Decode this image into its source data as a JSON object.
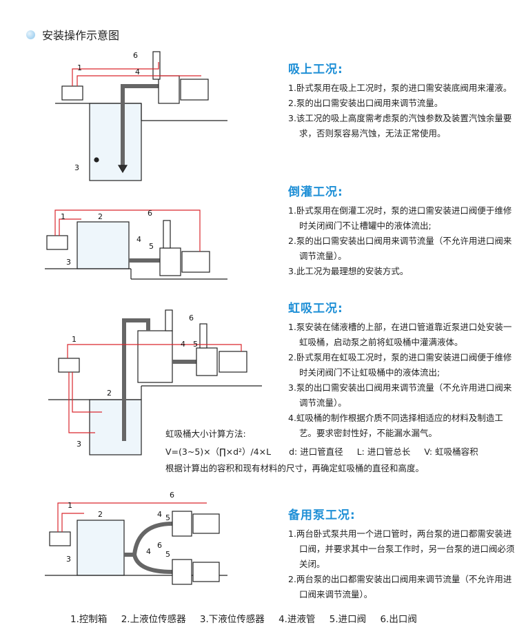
{
  "title": "安装操作示意图",
  "sections": [
    {
      "heading": "吸上工况:",
      "items": [
        "1.卧式泵用在吸上工况时，泵的进口需安装底阀用来灌液。",
        "2.泵的出口需安装出口阀用来调节流量。",
        "3.该工况的吸上高度需考虑泵的汽蚀参数及装置汽蚀余量要求，否则泵容易汽蚀，无法正常使用。"
      ],
      "labels": [
        "1",
        "3",
        "4",
        "6"
      ]
    },
    {
      "heading": "倒灌工况:",
      "items": [
        "1.卧式泵用在倒灌工况时，泵的进口需安装进口阀便于维修时关闭阀门不让槽罐中的液体流出;",
        "2.泵的出口需安装出口阀用来调节流量（不允许用进口阀来调节流量）。",
        "3.此工况为最理想的安装方式。"
      ],
      "labels": [
        "1",
        "2",
        "3",
        "4",
        "5",
        "6"
      ]
    },
    {
      "heading": "虹吸工况:",
      "items": [
        "1.泵安装在储液槽的上部，在进口管道靠近泵进口处安装一虹吸桶，启动泵之前将虹吸桶中灌满液体。",
        "2.卧式泵用在虹吸工况时，泵的进口需安装进口阀便于维修时关闭阀门不让虹吸桶中的液体流出;",
        "3.泵的出口需安装出口阀用来调节流量（不允许用进口阀来调节流量）。",
        "4.虹吸桶的制作根据介质不同选择相适应的材料及制造工艺。要求密封性好，不能漏水漏气。"
      ],
      "labels": [
        "1",
        "2",
        "3",
        "4",
        "5",
        "6"
      ]
    },
    {
      "heading": "备用泵工况:",
      "items": [
        "1.两台卧式泵共用一个进口管时，两台泵的进口都需安装进口阀，并要求其中一台泵工作时，另一台泵的进口阀必须关闭。",
        "2.两台泵的出口都需安装出口阀用来调节流量（不允许用进口阀来调节流量）。"
      ],
      "labels": [
        "1",
        "2",
        "3",
        "4",
        "5",
        "6",
        "4",
        "5",
        "6"
      ]
    }
  ],
  "calc": {
    "title": "虹吸桶大小计算方法:",
    "formula": "V=(3~5)×（∏×d²）/4×L",
    "d": "d: 进口管直径",
    "L": "L: 进口管总长",
    "V": "V: 虹吸桶容积",
    "note": "根据计算出的容积和现有材料的尺寸，再确定虹吸桶的直径和高度。"
  },
  "legend": [
    "1.控制箱",
    "2.上液位传感器",
    "3.下液位传感器",
    "4.进液管",
    "5.进口阀",
    "6.出口阀"
  ],
  "colors": {
    "heading": "#1e8fd6",
    "wire": "#d9262c",
    "water": "#cfe6f5"
  }
}
